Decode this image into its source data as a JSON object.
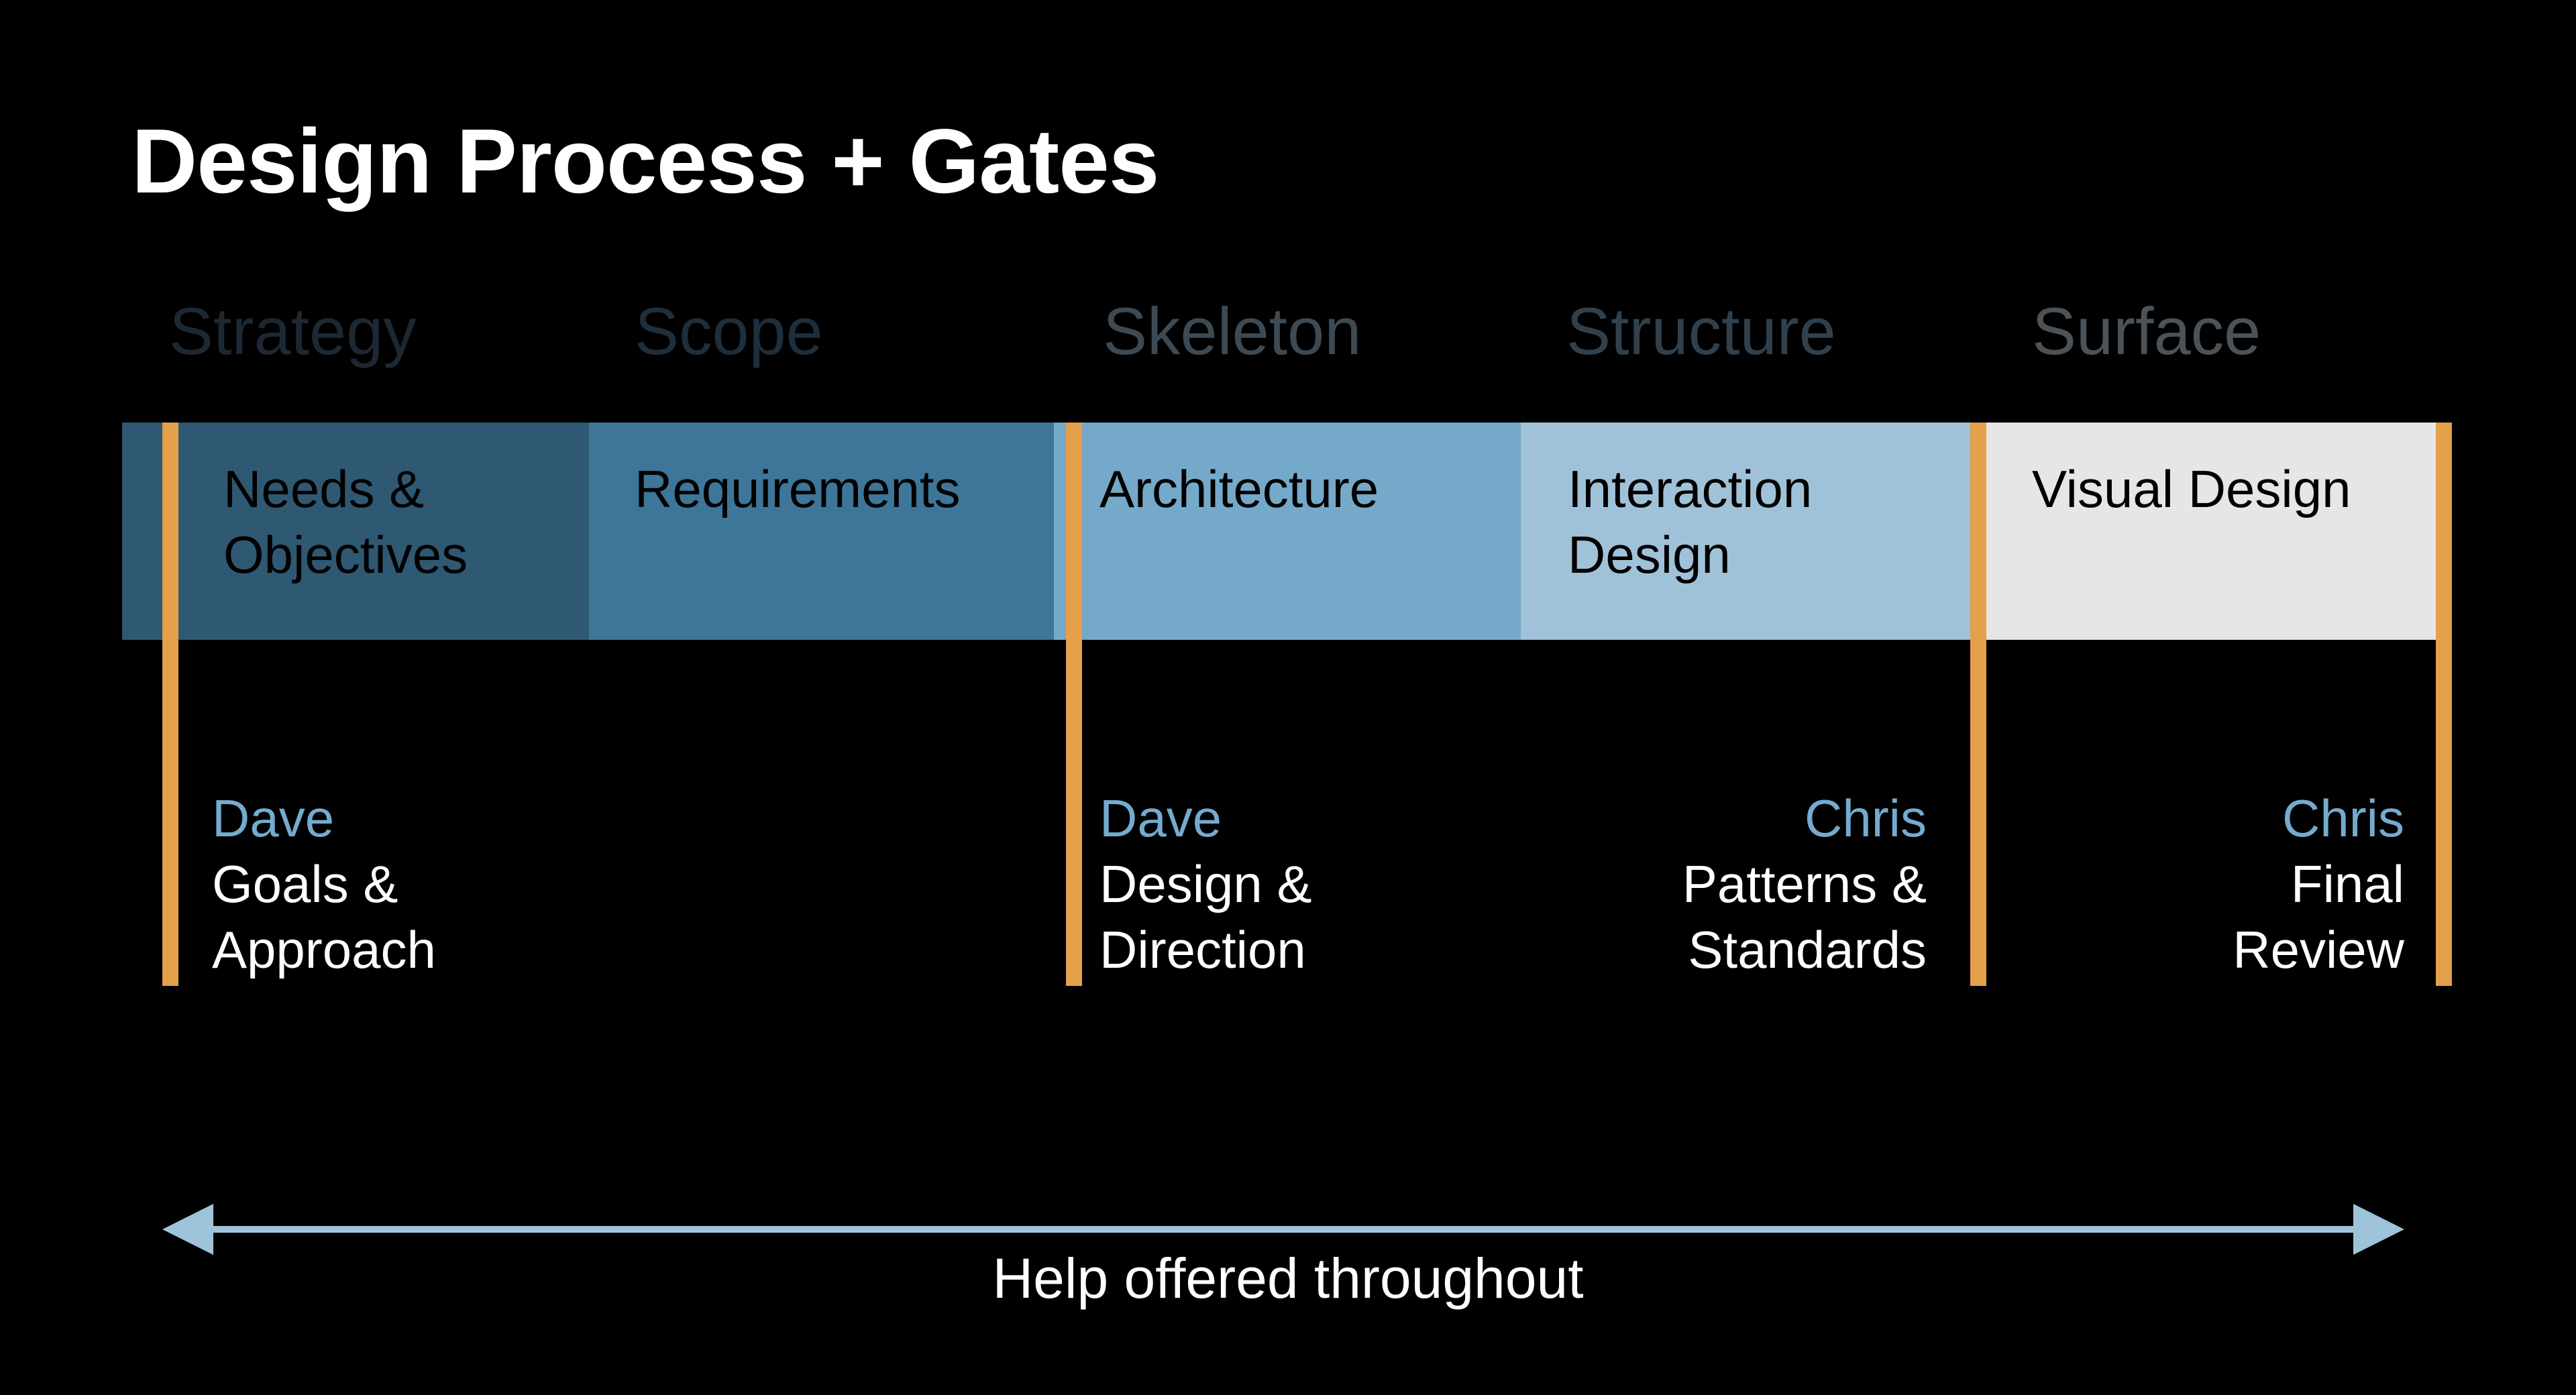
{
  "title": "Design Process + Gates",
  "colors": {
    "background": "#000000",
    "gate": "#e4a04a",
    "name": "#74abcf",
    "arrow": "#9ec4da"
  },
  "headings": [
    {
      "label": "Strategy",
      "color": "#1c2833"
    },
    {
      "label": "Scope",
      "color": "#1e2e3b"
    },
    {
      "label": "Skeleton",
      "color": "#3d4a54"
    },
    {
      "label": "Structure",
      "color": "#30404c"
    },
    {
      "label": "Surface",
      "color": "#4c5358"
    }
  ],
  "stages": [
    {
      "label": "Needs &\nObjectives",
      "color": "#2f5872"
    },
    {
      "label": "Requirements",
      "color": "#3d7698"
    },
    {
      "label": "Architecture",
      "color": "#74a9c9"
    },
    {
      "label": "Interaction\nDesign",
      "color": "#9fc2d8"
    },
    {
      "label": "Visual Design",
      "color": "#e6e6e6"
    }
  ],
  "gates": [
    {
      "owner": "Dave",
      "lines": [
        "Goals &",
        "Approach"
      ],
      "align": "left"
    },
    {
      "owner": "Dave",
      "lines": [
        "Design &",
        "Direction"
      ],
      "align": "left"
    },
    {
      "owner": "Chris",
      "lines": [
        "Patterns &",
        "Standards"
      ],
      "align": "right"
    },
    {
      "owner": "Chris",
      "lines": [
        "Final",
        "Review"
      ],
      "align": "right"
    }
  ],
  "footer": {
    "label": "Help offered throughout",
    "arrow_icon": "double-headed-arrow"
  }
}
